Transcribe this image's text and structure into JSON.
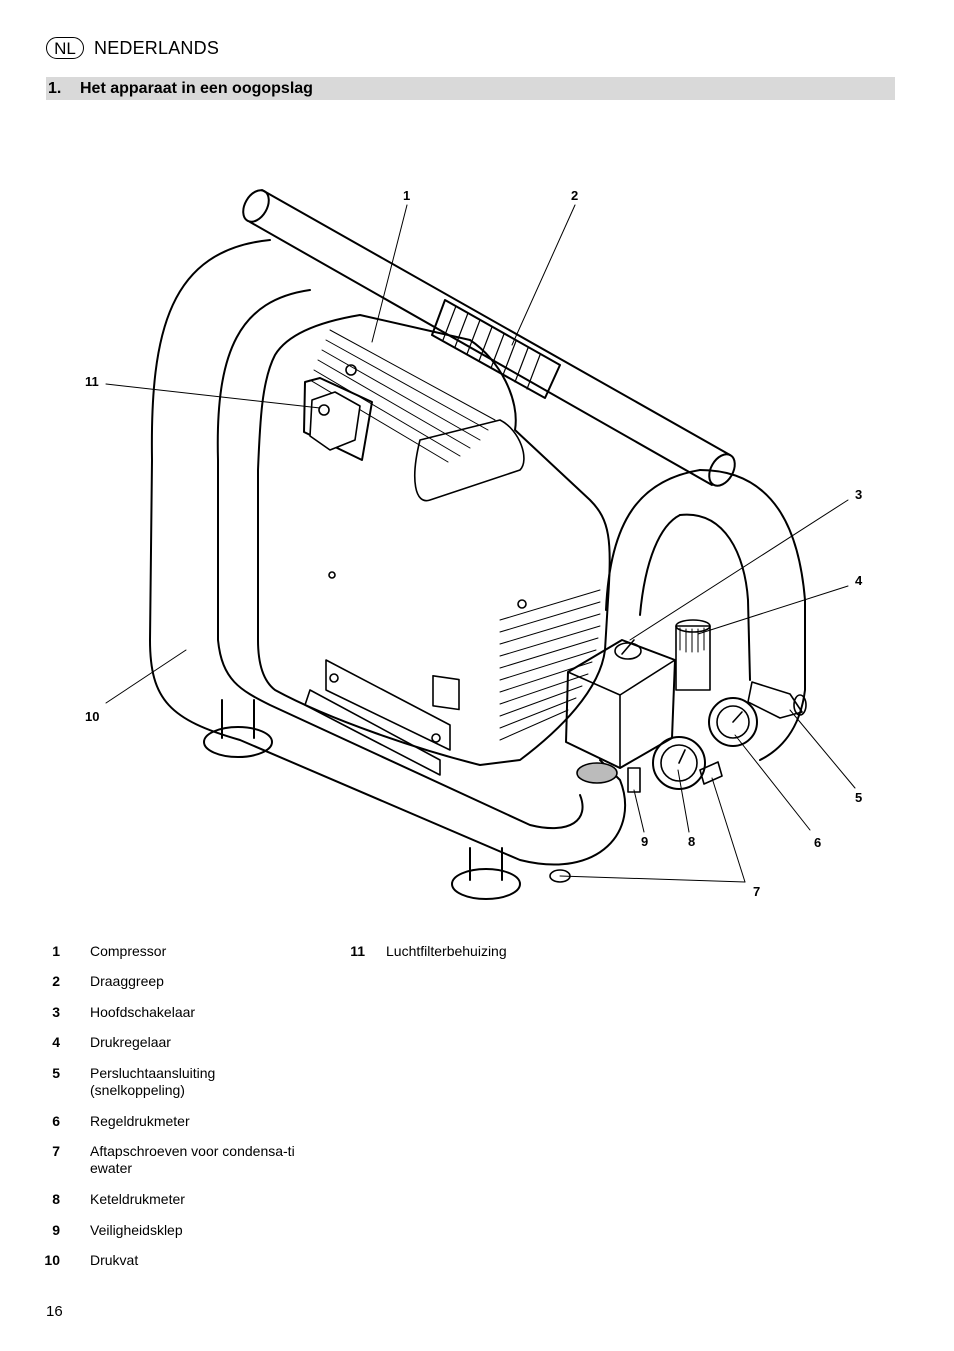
{
  "header": {
    "lang_code": "NL",
    "lang_name": "NEDERLANDS"
  },
  "section": {
    "number": "1.",
    "title": "Het apparaat in een oogopslag"
  },
  "figure": {
    "callouts": [
      "1",
      "2",
      "3",
      "4",
      "5",
      "6",
      "7",
      "8",
      "9",
      "10",
      "11"
    ]
  },
  "legend": {
    "left": [
      {
        "num": "1",
        "text": "Compressor"
      },
      {
        "num": "2",
        "text": "Draaggreep"
      },
      {
        "num": "3",
        "text": "Hoofdschakelaar"
      },
      {
        "num": "4",
        "text": "Drukregelaar"
      },
      {
        "num": "5",
        "text": "Persluchtaansluiting (snelkoppeling)"
      },
      {
        "num": "6",
        "text": "Regeldrukmeter"
      },
      {
        "num": "7",
        "text": "Aftapschroeven voor condensa-tiewater"
      },
      {
        "num": "8",
        "text": "Keteldrukmeter"
      },
      {
        "num": "9",
        "text": "Veiligheidsklep"
      },
      {
        "num": "10",
        "text": "Drukvat"
      }
    ],
    "right": [
      {
        "num": "11",
        "text": "Luchtfilterbehuizing"
      }
    ]
  },
  "page_number": "16"
}
